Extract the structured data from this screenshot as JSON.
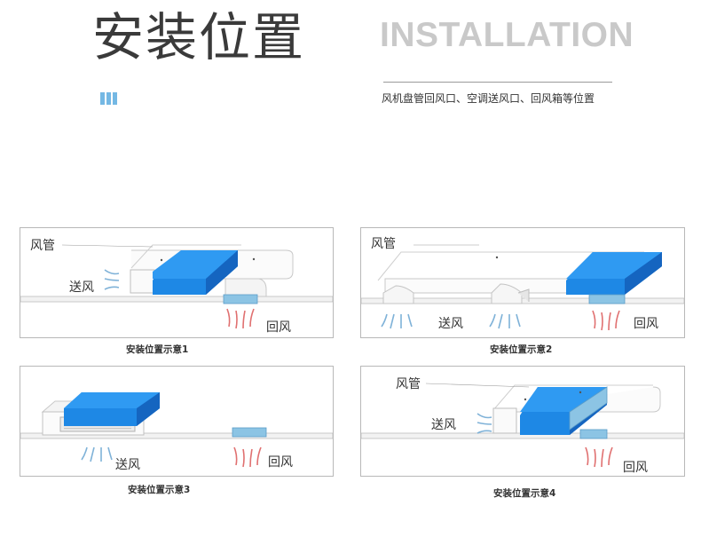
{
  "header": {
    "title_cn": "安装位置",
    "title_en": "INSTALLATION",
    "subtitle": "风机盘管回风口、空调送风口、回风箱等位置"
  },
  "colors": {
    "unit_blue": "#2196f0",
    "vent_blue": "#8cc4e4",
    "supply_air": "#7fb2d8",
    "return_air": "#e07070",
    "accent_bars": "#74b8e4"
  },
  "diagrams": [
    {
      "labels": {
        "duct": "风管",
        "supply": "送风",
        "return": "回风"
      },
      "caption": "安装位置示意1"
    },
    {
      "labels": {
        "duct": "风管",
        "supply": "送风",
        "return": "回风"
      },
      "caption": "安装位置示意2"
    },
    {
      "labels": {
        "supply": "送风",
        "return": "回风"
      },
      "caption": "安装位置示意3"
    },
    {
      "labels": {
        "duct": "风管",
        "supply": "送风",
        "return": "回风"
      },
      "caption": "安装位置示意4"
    }
  ]
}
